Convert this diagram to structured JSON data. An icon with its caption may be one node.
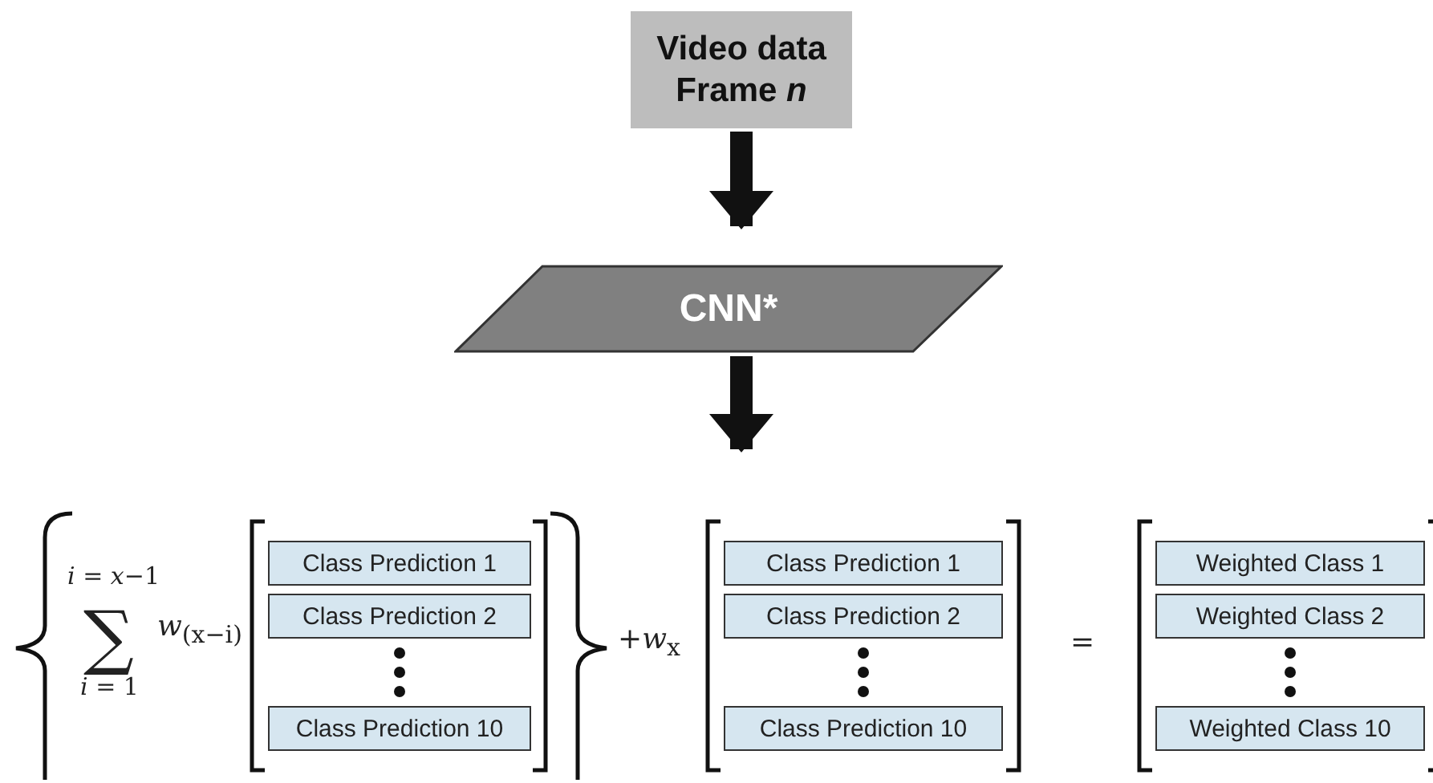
{
  "diagram": {
    "nodes": [
      {
        "text": [
          "Video data Frame *n*"
        ]
      },
      {
        "text": [
          "CNN*"
        ]
      },
      {
        "text": [
          "Class Prediction 1"
        ]
      },
      {
        "text": [
          "Class Prediction 2"
        ]
      },
      {
        "text": [
          "Class Prediction 10"
        ]
      },
      {
        "text": [
          "Class Prediction 1"
        ]
      },
      {
        "text": [
          "Class Prediction 2"
        ]
      },
      {
        "text": [
          "Class Prediction 10"
        ]
      },
      {
        "text": [
          "Weighted Class 1"
        ]
      },
      {
        "text": [
          "Weighted Class 2"
        ]
      },
      {
        "text": [
          "Weighted Class 10"
        ]
      }
    ],
    "edges": [
      {
        "from": 0,
        "to": 1,
        "arrow": "to"
      },
      {
        "from": 1,
        "to": 5,
        "arrow": "to"
      }
    ],
    "labels": [
      "*i* = *x*−1",
      "∑",
      "*i* = 1",
      "*w*$_{(x−i)}$",
      "+*w*$_{x}$",
      "="
    ]
  }
}
